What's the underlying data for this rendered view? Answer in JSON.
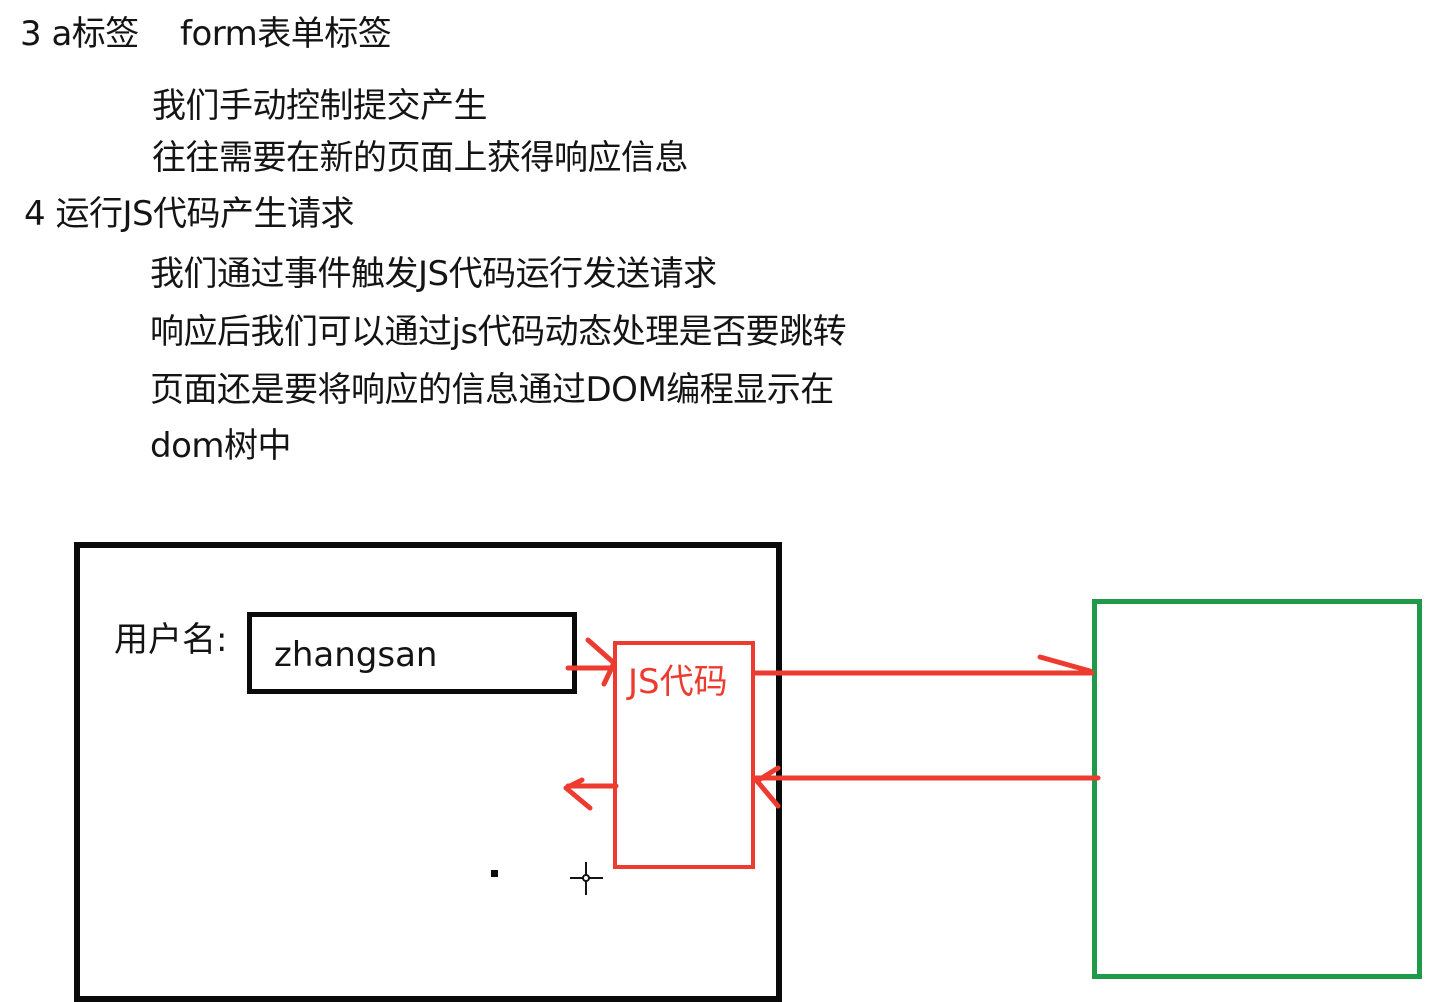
{
  "notes": {
    "heading_3a": "3 a标签",
    "heading_3b": "form表单标签",
    "line_1": "我们手动控制提交产生",
    "line_2": "往往需要在新的页面上获得响应信息",
    "heading_4": "4 运行JS代码产生请求",
    "line_3": "我们通过事件触发JS代码运行发送请求",
    "line_4": "响应后我们可以通过js代码动态处理是否要跳转",
    "line_5": "页面还是要将响应的信息通过DOM编程显示在",
    "line_6": "dom树中"
  },
  "diagram": {
    "username_label": "用户名:",
    "username_value": "zhangsan",
    "js_label": "JS代码"
  },
  "colors": {
    "request_arrow": "#ee3b2f",
    "server_border": "#1e9a49",
    "frame_border": "#0a0a0a"
  },
  "icons": {
    "cursor": "crosshair-cursor-icon"
  }
}
